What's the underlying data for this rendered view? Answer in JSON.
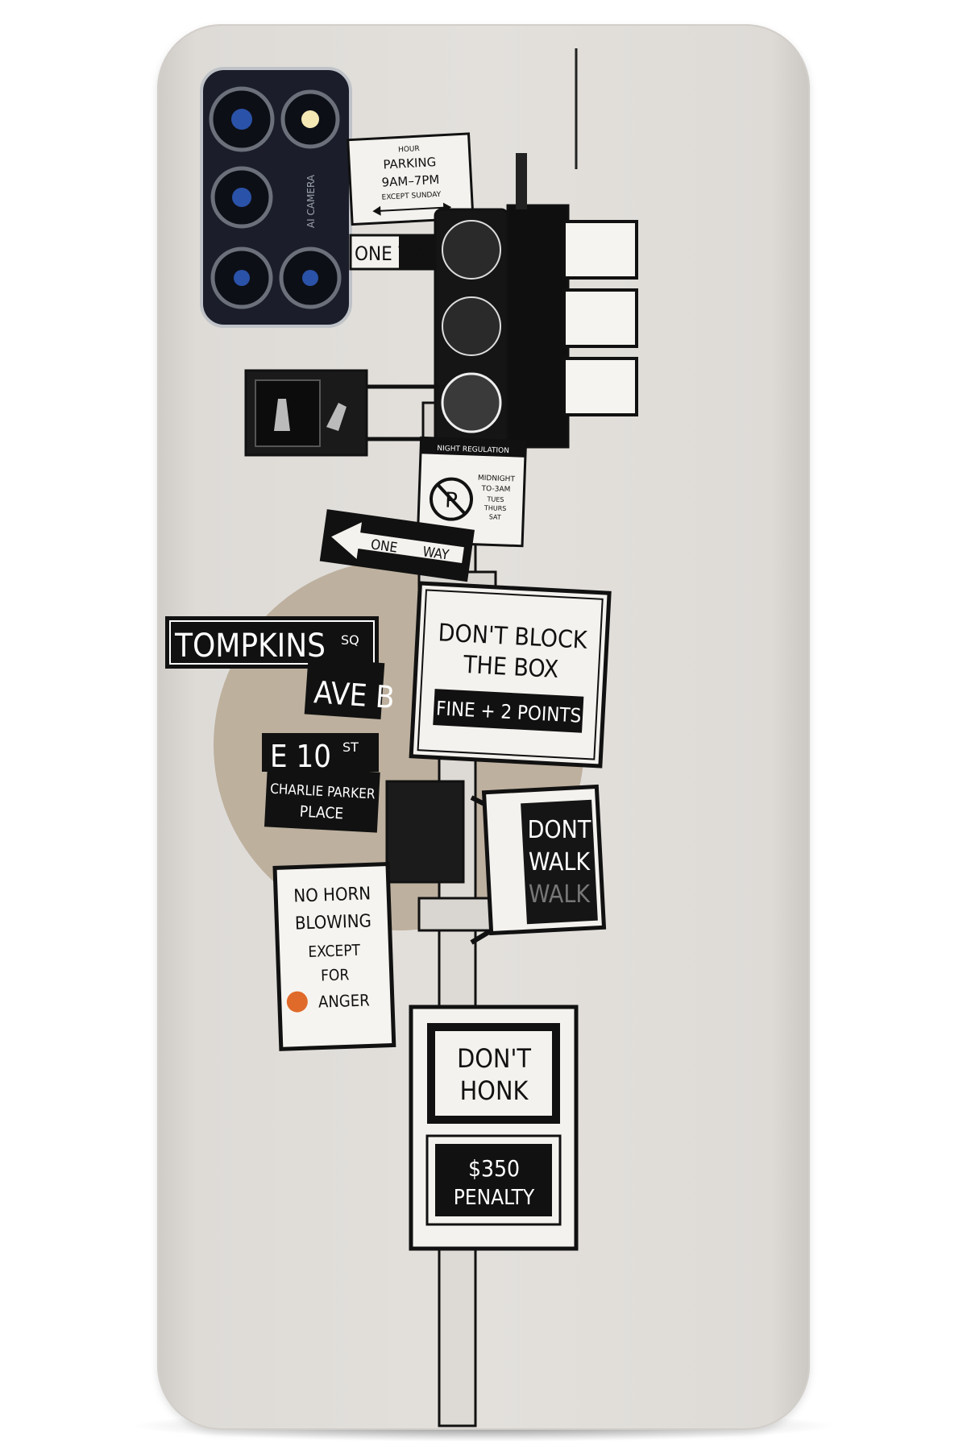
{
  "camera": {
    "label": "AI CAMERA"
  },
  "signs": {
    "parking": {
      "line1": "HOUR",
      "line2": "PARKING",
      "line3": "9AM–7PM",
      "line4": "EXCEPT SUNDAY"
    },
    "one_way_top": "ONE WA",
    "night_regulation": {
      "title": "NIGHT REGULATION",
      "line1": "MIDNIGHT",
      "line2": "TO-3AM",
      "line3": "TUES",
      "line4": "THURS",
      "line5": "SAT"
    },
    "one_way_arrow": {
      "word1": "ONE",
      "word2": "WAY"
    },
    "tompkins": {
      "name": "TOMPKINS",
      "suffix": "SQ"
    },
    "ave_b": "AVE B",
    "e10": {
      "name": "E 10",
      "suffix": "ST"
    },
    "charlie_parker": {
      "line1": "CHARLIE PARKER",
      "line2": "PLACE"
    },
    "dont_block": {
      "line1": "DON'T BLOCK",
      "line2": "THE BOX",
      "line3": "FINE + 2 POINTS"
    },
    "dont_walk": {
      "line1": "DONT",
      "line2": "WALK",
      "line3": "WALK"
    },
    "no_horn": {
      "line1": "NO HORN",
      "line2": "BLOWING",
      "line3": "EXCEPT",
      "line4": "FOR",
      "line5": "ANGER"
    },
    "dont_honk": {
      "line1": "DON'T",
      "line2": "HONK",
      "line3": "$350",
      "line4": "PENALTY"
    }
  },
  "colors": {
    "case": "#e3e0dc",
    "circle": "#b9ab97",
    "ink": "#111111",
    "button_accent": "#86b8c2"
  }
}
